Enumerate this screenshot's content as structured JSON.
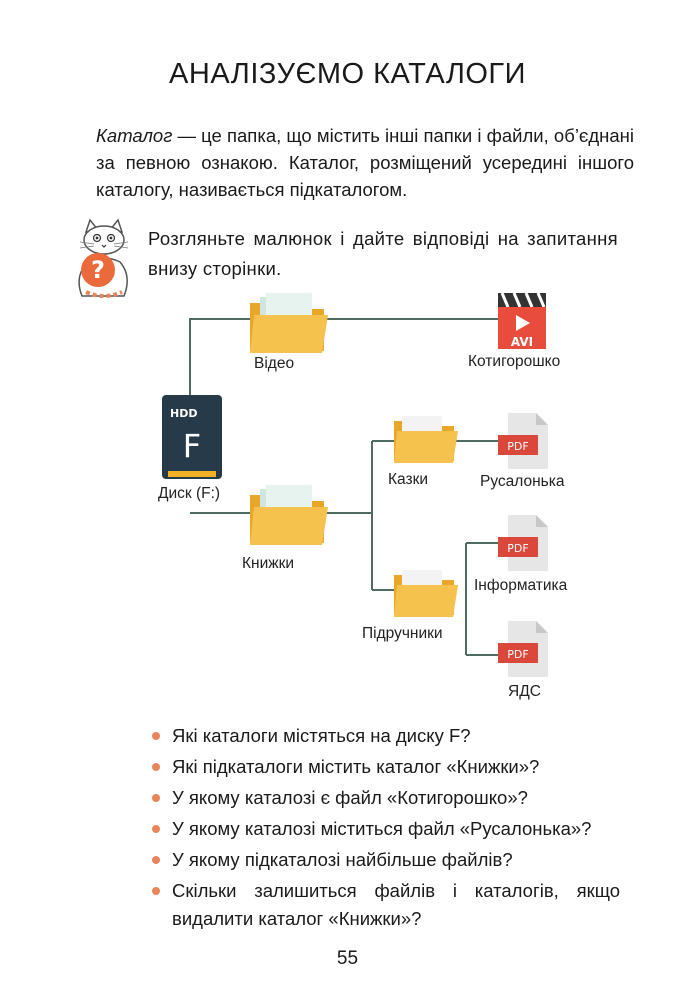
{
  "title": "АНАЛІЗУЄМО КАТАЛОГИ",
  "intro": {
    "term": "Каталог",
    "text": " — це папка, що містить інші папки і файли, об’єднані за певною ознакою. Каталог, розміщений усередині іншого каталогу, називається підкаталогом."
  },
  "task": "Розгляньте малюнок і дайте відповіді на запитання внизу сторінки.",
  "diagram": {
    "drive": {
      "badge": "HDD",
      "letter": "F",
      "label": "Диск (F:)"
    },
    "video_folder": "Відео",
    "video_file": {
      "badge": "AVI",
      "label": "Котигорошко"
    },
    "books_folder": "Книжки",
    "tales_folder": "Казки",
    "tales_file": {
      "badge": "PDF",
      "label": "Русалонька"
    },
    "textbooks_folder": "Підручники",
    "textbook_files": [
      {
        "badge": "PDF",
        "label": "Інформатика"
      },
      {
        "badge": "PDF",
        "label": "ЯДС"
      }
    ],
    "colors": {
      "line": "#4f6b63",
      "folder": "#f6b93b",
      "pdf": "#d9483b",
      "avi": "#e74c3c",
      "hdd": "#263a4a"
    }
  },
  "questions": [
    "Які каталоги містяться на диску F?",
    "Які підкаталоги містить каталог «Книжки»?",
    "У якому каталозі є файл «Котигорошко»?",
    "У якому каталозі міститься файл «Русалонька»?",
    "У якому підкаталозі найбільше файлів?",
    "Скільки залишиться файлів і каталогів, якщо видалити каталог «Книжки»?"
  ],
  "page_number": "55"
}
